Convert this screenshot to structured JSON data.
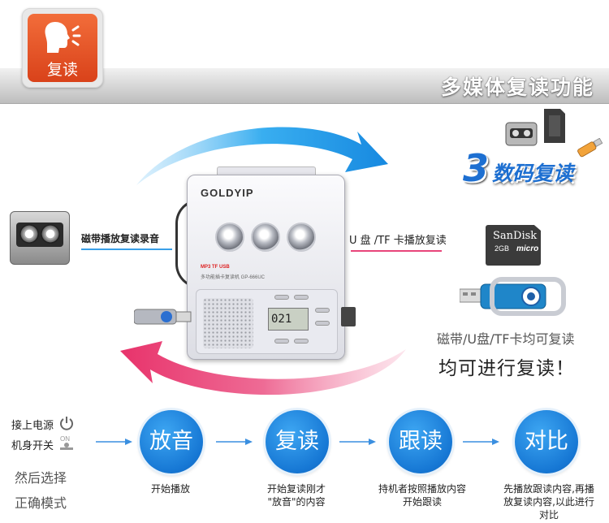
{
  "header": {
    "badge_label": "复读",
    "title": "多媒体复读功能"
  },
  "device": {
    "brand": "GOLDYIP",
    "model_tag": "MP3 TF USB",
    "model": "多功能插卡复读机 GP-666UC",
    "lcd": "021"
  },
  "sources": {
    "cassette_label": "磁带播放复读录音",
    "usb_tf_label": "U 盘 /TF 卡播放复读"
  },
  "digital_badge": {
    "number": "3",
    "text": "数码复读"
  },
  "sd_card": {
    "brand": "SanDisk",
    "size": "2GB",
    "type": "micro"
  },
  "compat": {
    "line1": "磁带/U盘/TF卡均可复读",
    "line2": "均可进行复读！"
  },
  "steps_intro": {
    "power_label": "接上电源",
    "on_label": "机身开关",
    "on_icon_text": "ON",
    "mode_line1": "然后选择",
    "mode_line2": "正确模式"
  },
  "steps": [
    {
      "label": "放音",
      "desc_line1": "开始播放",
      "desc_line2": "",
      "desc_line3": ""
    },
    {
      "label": "复读",
      "desc_line1": "开始复读刚才",
      "desc_line2": "\"放音\"的内容",
      "desc_line3": ""
    },
    {
      "label": "跟读",
      "desc_line1": "持机者按照播放内容",
      "desc_line2": "开始跟读",
      "desc_line3": ""
    },
    {
      "label": "对比",
      "desc_line1": "先播放跟读内容,再播",
      "desc_line2": "放复读内容,以此进行",
      "desc_line3": "对比"
    }
  ],
  "colors": {
    "badge": "#e5532a",
    "arrow_top": "#1e9be8",
    "arrow_bottom": "#e8457a",
    "step_blue": "#1677d4"
  }
}
